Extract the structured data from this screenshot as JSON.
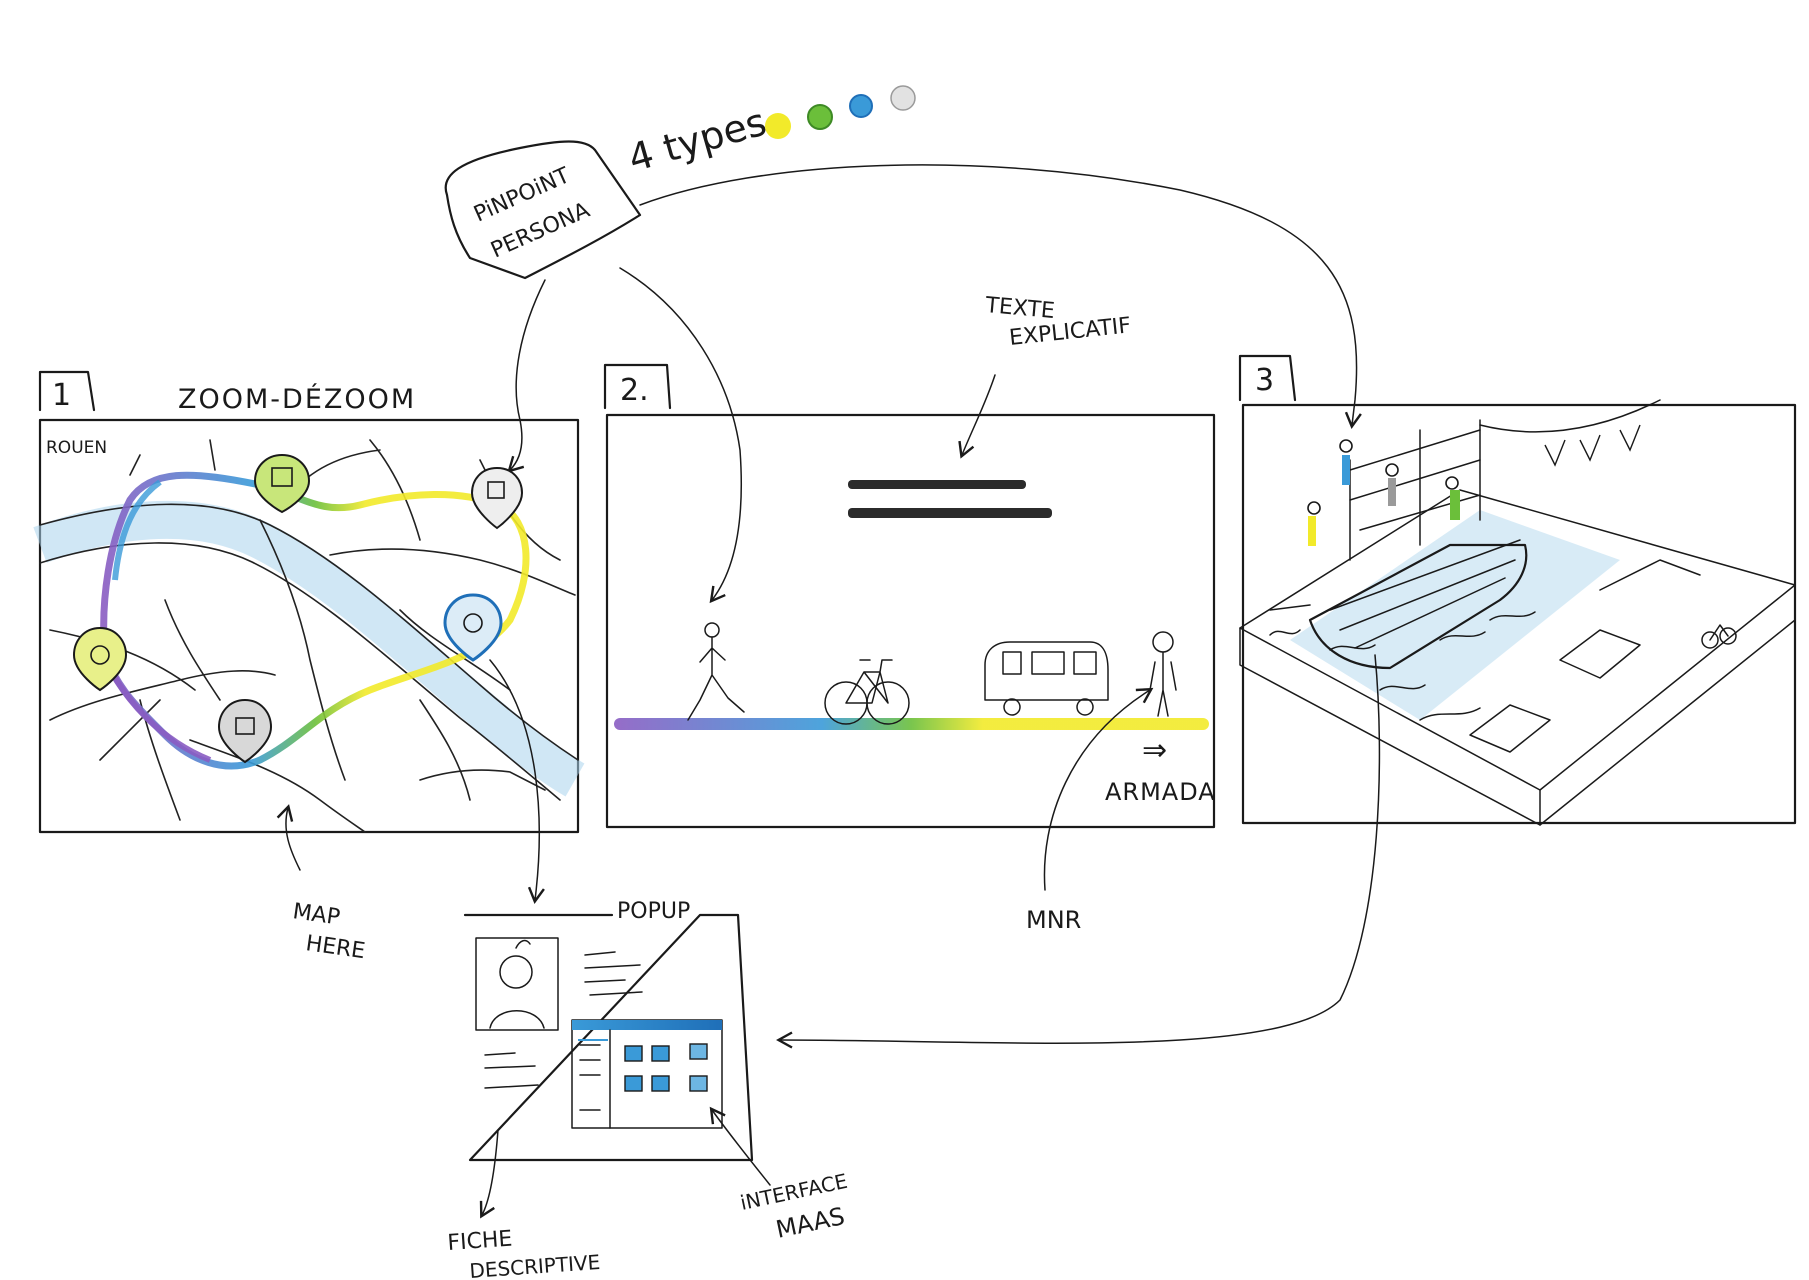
{
  "top": {
    "pinpoint_line1": "PiNPOiNT",
    "pinpoint_line2": "PERSONA",
    "types_label": "4 types",
    "type_colors": [
      "#f2ea2a",
      "#6bbf3a",
      "#3a9ad8",
      "#cccccc"
    ]
  },
  "panel1": {
    "number": "1",
    "title": "ZOOM-DÉZOOM",
    "city": "ROUEN",
    "note_line1": "MAP",
    "note_line2": "HERE"
  },
  "panel2": {
    "number": "2.",
    "note_line1": "TEXTE",
    "note_line2": "EXPLICATIF",
    "destination": "ARMADA",
    "arrow_glyph": "⇒",
    "bottom_note": "MNR"
  },
  "panel3": {
    "number": "3"
  },
  "popup": {
    "title": "POPUP",
    "note1_line1": "FICHE",
    "note1_line2": "DESCRIPTIVE",
    "note2_line1": "iNTERFACE",
    "note2_line2": "MAAS"
  },
  "colors": {
    "ink": "#1a1a1a",
    "yellow": "#f2ea2a",
    "green": "#6bbf3a",
    "blue": "#3a9ad8",
    "purple": "#8a5cc2",
    "light_blue": "#a9d3ec"
  }
}
